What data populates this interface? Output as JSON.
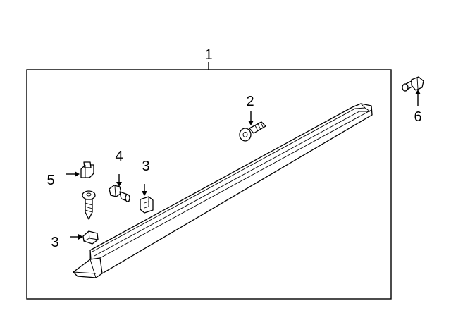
{
  "callouts": {
    "c1": "1",
    "c2": "2",
    "c3a": "3",
    "c3b": "3",
    "c4": "4",
    "c5": "5",
    "c6": "6"
  },
  "colors": {
    "line": "#000000",
    "background": "#ffffff"
  },
  "parts": [
    "rocker-molding",
    "screw",
    "retainer-clip",
    "bolt",
    "retainer-clip",
    "flange-bolt"
  ]
}
